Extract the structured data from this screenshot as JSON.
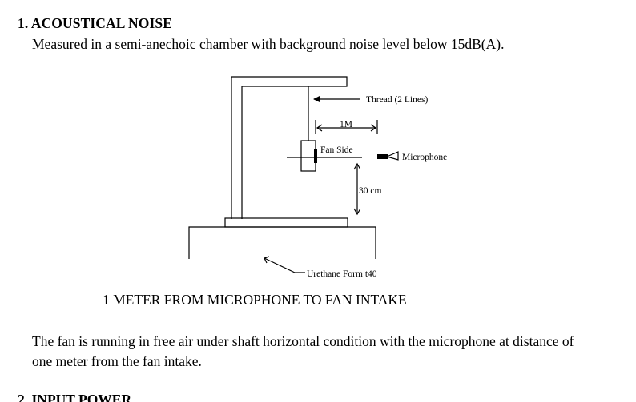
{
  "section1": {
    "heading": "1. ACOUSTICAL NOISE",
    "description": "Measured in a semi-anechoic chamber with background noise level below 15dB(A)."
  },
  "diagram": {
    "labels": {
      "thread": "Thread (2 Lines)",
      "distance": "1M",
      "fan_side": "Fan Side",
      "microphone": "Microphone",
      "height": "30 cm",
      "base": "Urethane Form t40"
    },
    "caption": "1 METER FROM MICROPHONE TO FAN INTAKE"
  },
  "explanation": "The fan is running in free air under shaft horizontal condition with the microphone at distance of one meter from the fan intake.",
  "section2": {
    "heading": "2. INPUT POWER"
  }
}
